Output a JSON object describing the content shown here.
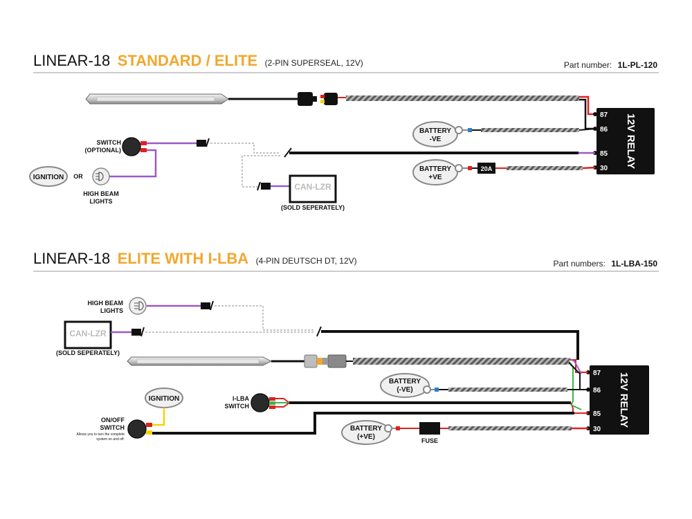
{
  "colors": {
    "accent": "#f2a72c",
    "wire_black": "#111111",
    "wire_purple": "#9b59c7",
    "wire_red": "#e02020",
    "wire_yellow": "#f5d200",
    "wire_green": "#3bb54a",
    "ground_blue": "#2f7fc1",
    "pill_border": "#888888"
  },
  "section1": {
    "title_main": "LINEAR-18",
    "title_accent": "STANDARD / ELITE",
    "title_sub": "(2-PIN SUPERSEAL, 12V)",
    "part_label": "Part number:",
    "part_value": "1L-PL-120",
    "switch_label_1": "SWITCH",
    "switch_label_2": "(OPTIONAL)",
    "ignition": "IGNITION",
    "or": "OR",
    "high_beam_1": "HIGH BEAM",
    "high_beam_2": "LIGHTS",
    "can_lzr": "CAN-LZR",
    "sold_sep": "(SOLD SEPERATELY)",
    "battery_neg_1": "BATTERY",
    "battery_neg_2": "-VE",
    "battery_pos_1": "BATTERY",
    "battery_pos_2": "+VE",
    "fuse": "20A",
    "relay": "12V RELAY",
    "pins": [
      "87",
      "86",
      "85",
      "30"
    ]
  },
  "section2": {
    "title_main": "LINEAR-18",
    "title_accent": "ELITE WITH I-LBA",
    "title_sub": "(4-PIN DEUTSCH DT, 12V)",
    "part_label": "Part numbers:",
    "part_value": "1L-LBA-150",
    "high_beam_1": "HIGH BEAM",
    "high_beam_2": "LIGHTS",
    "can_lzr": "CAN-LZR",
    "sold_sep": "(SOLD SEPERATELY)",
    "ignition": "IGNITION",
    "ilba_1": "I-LBA",
    "ilba_2": "SWITCH",
    "onoff_1": "ON/OFF",
    "onoff_2": "SWITCH",
    "onoff_note_1": "Allows you to turn the complete",
    "onoff_note_2": "system on and off.",
    "battery_neg_1": "BATTERY",
    "battery_neg_2": "(-VE)",
    "battery_pos_1": "BATTERY",
    "battery_pos_2": "(+VE)",
    "fuse": "FUSE",
    "relay": "12V RELAY",
    "pins": [
      "87",
      "86",
      "85",
      "30"
    ]
  }
}
